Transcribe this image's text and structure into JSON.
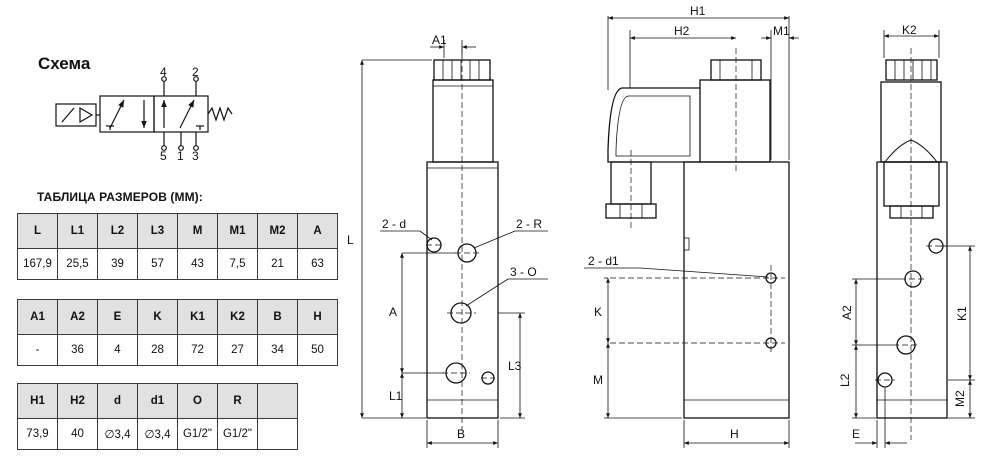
{
  "schema": {
    "title": "Схема",
    "port_labels": [
      "4",
      "2",
      "5",
      "1",
      "3"
    ]
  },
  "table": {
    "title": "ТАБЛИЦА РАЗМЕРОВ (ММ):",
    "rows": [
      {
        "headers": [
          "L",
          "L1",
          "L2",
          "L3",
          "M",
          "M1",
          "M2",
          "A"
        ],
        "values": [
          "167,9",
          "25,5",
          "39",
          "57",
          "43",
          "7,5",
          "21",
          "63"
        ]
      },
      {
        "headers": [
          "A1",
          "A2",
          "E",
          "K",
          "K1",
          "K2",
          "B",
          "H"
        ],
        "values": [
          "-",
          "36",
          "4",
          "28",
          "72",
          "27",
          "34",
          "50"
        ]
      },
      {
        "headers": [
          "H1",
          "H2",
          "d",
          "d1",
          "O",
          "R"
        ],
        "values": [
          "73,9",
          "40",
          "∅3,4",
          "∅3,4",
          "G1/2\"",
          "G1/2\""
        ]
      }
    ]
  },
  "drawing": {
    "front_labels": {
      "A1": "A1",
      "L": "L",
      "d": "2 - d",
      "R": "2 - R",
      "O": "3 - O",
      "A": "A",
      "L1": "L1",
      "L3": "L3",
      "B": "B"
    },
    "side_labels": {
      "H1": "H1",
      "H2": "H2",
      "M1": "M1",
      "d1": "2 - d1",
      "K": "K",
      "M": "M",
      "H": "H"
    },
    "end_labels": {
      "K2": "K2",
      "A2": "A2",
      "K1": "K1",
      "L2": "L2",
      "M2": "M2",
      "E": "E"
    }
  }
}
